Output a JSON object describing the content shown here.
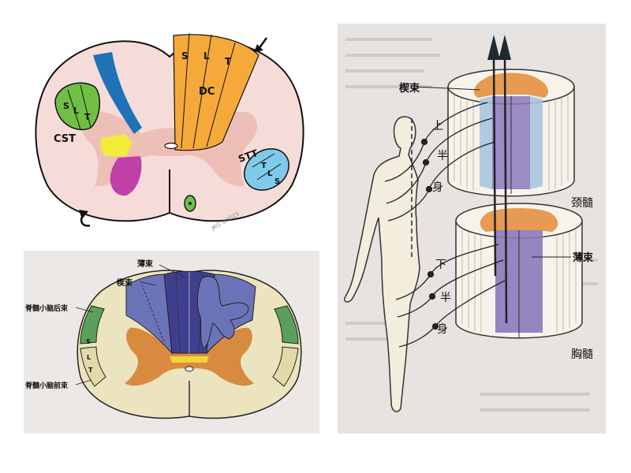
{
  "top_left": {
    "tract_cst": "CST",
    "tract_dc": "DC",
    "tract_stt": "STT",
    "layer_s": "S",
    "layer_l": "L",
    "layer_t": "T",
    "credit": "JKG ©2015",
    "colors": {
      "cord": "#f6dcd8",
      "dorsal_column": "#f6a93b",
      "cst": "#6fbf44",
      "stt": "#7fc9ea",
      "blue_band": "#1f72b8",
      "yellow": "#f3ec3b",
      "magenta": "#c040a8",
      "gray_matter": "#eebfb6"
    }
  },
  "bottom_left": {
    "label_bo_shu": "薄束",
    "label_xie_shu": "楔束",
    "label_post_sc": "脊髓小脑后束",
    "label_ant_sc": "脊髓小脑前束",
    "layer_s": "S",
    "layer_l": "L",
    "layer_t": "T",
    "colors": {
      "cord": "#ece4bf",
      "gracile": "#3f3f8f",
      "cuneate": "#6b74b8",
      "gray_matter": "#d88b3f",
      "commissure": "#f2d43a",
      "spinocerebellar": "#5aa05a"
    }
  },
  "right": {
    "label_xie_shu": "楔束",
    "label_upper": [
      "上",
      "半",
      "身"
    ],
    "label_lower": [
      "下",
      "半",
      "身"
    ],
    "label_cervical": "颈髓",
    "label_thoracic": "胸髓",
    "label_bo_shu": "薄束",
    "colors": {
      "cylinder": "#f7f3ea",
      "gray_matter": "#e69a52",
      "gracile": "#8a79bd",
      "cuneate": "#a9c4e0",
      "body": "#f3eddd"
    }
  }
}
